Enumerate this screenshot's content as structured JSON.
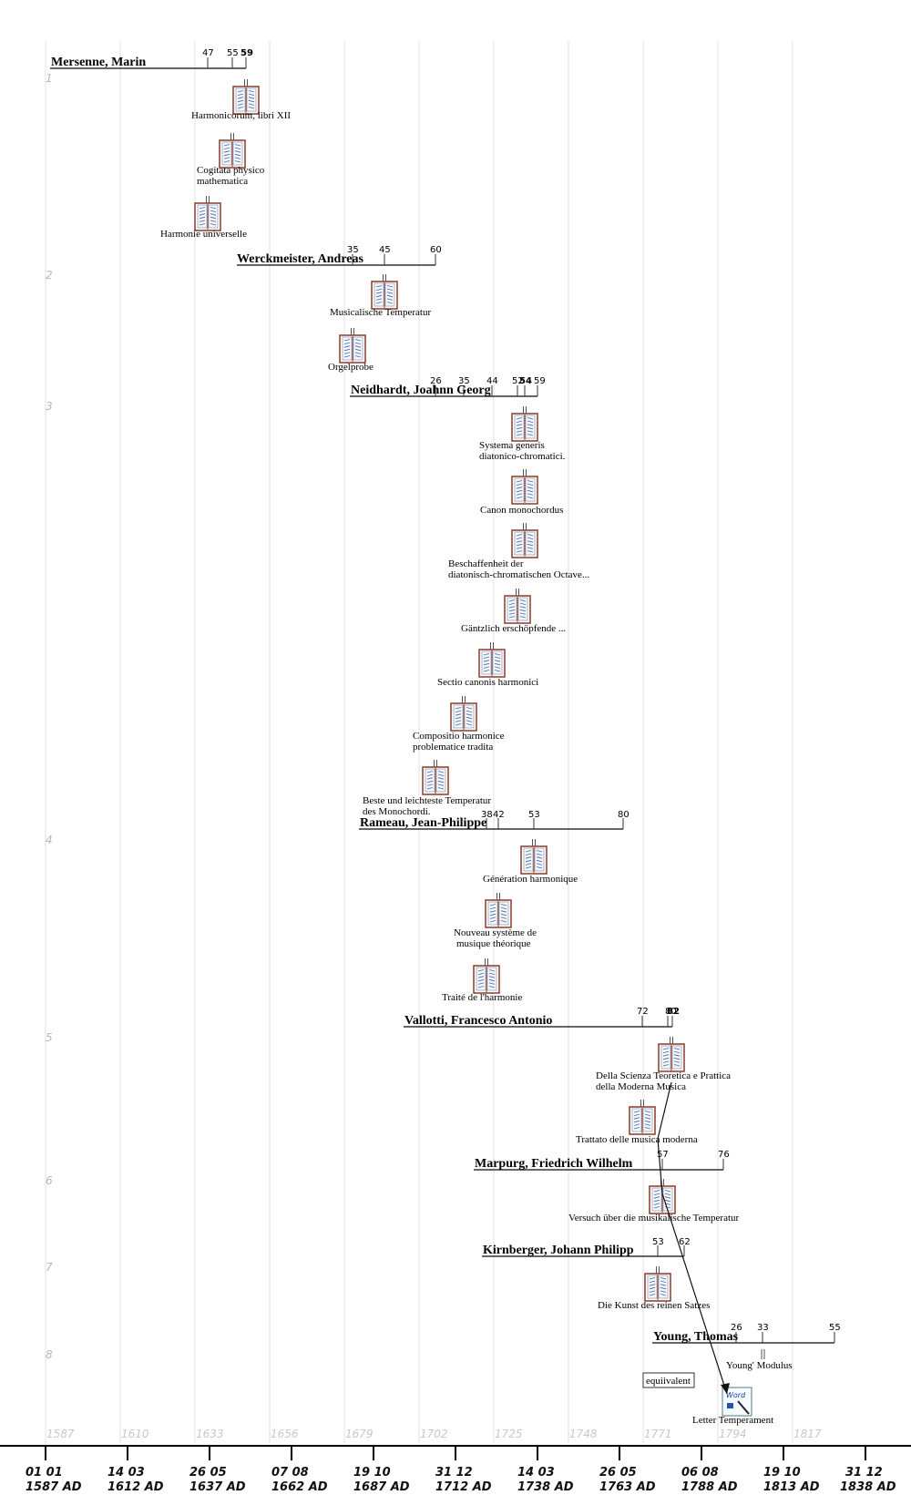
{
  "axis": {
    "grid_labels": [
      "1587",
      "1610",
      "1633",
      "1656",
      "1679",
      "1702",
      "1725",
      "1748",
      "1771",
      "1794",
      "1817"
    ],
    "ticks": [
      {
        "day": "01 01",
        "year": "1587 AD"
      },
      {
        "day": "14 03",
        "year": "1612 AD"
      },
      {
        "day": "26 05",
        "year": "1637 AD"
      },
      {
        "day": "07 08",
        "year": "1662 AD"
      },
      {
        "day": "19 10",
        "year": "1687 AD"
      },
      {
        "day": "31 12",
        "year": "1712 AD"
      },
      {
        "day": "14 03",
        "year": "1738 AD"
      },
      {
        "day": "26 05",
        "year": "1763 AD"
      },
      {
        "day": "06 08",
        "year": "1788 AD"
      },
      {
        "day": "19 10",
        "year": "1813 AD"
      },
      {
        "day": "31 12",
        "year": "1838 AD"
      }
    ]
  },
  "rows": [
    {
      "num": "1",
      "name": "Mersenne, Marin",
      "ticks": [
        {
          "label": "47"
        },
        {
          "label": "55"
        },
        {
          "label": "59",
          "bold": true
        }
      ],
      "works": [
        {
          "lines": [
            "Harmonicorum, libri XII"
          ]
        },
        {
          "lines": [
            "Cogitata physico",
            "mathematica"
          ]
        },
        {
          "lines": [
            "Harmonie universelle"
          ]
        }
      ]
    },
    {
      "num": "2",
      "name": "Werckmeister, Andreas",
      "ticks": [
        {
          "label": "35"
        },
        {
          "label": "45"
        },
        {
          "label": "60"
        }
      ],
      "works": [
        {
          "lines": [
            "Musicalische Temperatur"
          ]
        },
        {
          "lines": [
            "Orgelprobe"
          ]
        }
      ]
    },
    {
      "num": "3",
      "name": "Neidhardt, Joahnn Georg",
      "ticks": [
        {
          "label": "26"
        },
        {
          "label": "35"
        },
        {
          "label": "44"
        },
        {
          "label": "52"
        },
        {
          "label": "54",
          "bold": true
        },
        {
          "label": "59"
        }
      ],
      "works": [
        {
          "lines": [
            "Systema generis",
            "diatonico-chromatici."
          ]
        },
        {
          "lines": [
            "Canon monochordus"
          ]
        },
        {
          "lines": [
            "Beschaffenheit der",
            "diatonisch-chromatischen Octave..."
          ]
        },
        {
          "lines": [
            "Gäntzlich erschöpfende ..."
          ]
        },
        {
          "lines": [
            "Sectio canonis harmonici"
          ]
        },
        {
          "lines": [
            "Compositio harmonice",
            "problematice tradita"
          ]
        },
        {
          "lines": [
            "Beste und leichteste Temperatur",
            "des Monochordi."
          ]
        }
      ]
    },
    {
      "num": "4",
      "name": "Rameau, Jean-Philippe",
      "ticks": [
        {
          "label": "38"
        },
        {
          "label": "42"
        },
        {
          "label": "53"
        },
        {
          "label": "80"
        }
      ],
      "works": [
        {
          "lines": [
            "Génération harmonique"
          ]
        },
        {
          "lines": [
            "Nouveau système de",
            "musique théorique"
          ]
        },
        {
          "lines": [
            "Traité de l'harmonie"
          ]
        }
      ]
    },
    {
      "num": "5",
      "name": "Vallotti, Francesco Antonio",
      "ticks": [
        {
          "label": "72"
        },
        {
          "label": "80"
        },
        {
          "label": "82",
          "bold": true
        }
      ],
      "works": [
        {
          "lines": [
            "Della Scienza Teoretica e Prattica",
            "della Moderna Musica"
          ]
        },
        {
          "lines": [
            "Trattato delle musica moderna"
          ]
        }
      ]
    },
    {
      "num": "6",
      "name": "Marpurg, Friedrich Wilhelm",
      "ticks": [
        {
          "label": "57"
        },
        {
          "label": "76"
        }
      ],
      "works": [
        {
          "lines": [
            "Versuch über die musikalische Temperatur"
          ]
        }
      ]
    },
    {
      "num": "7",
      "name": "Kirnberger, Johann Philipp",
      "ticks": [
        {
          "label": "53"
        },
        {
          "label": "62"
        }
      ],
      "works": [
        {
          "lines": [
            "Die Kunst des reinen Satzes"
          ]
        }
      ]
    },
    {
      "num": "8",
      "name": "Young, Thomas",
      "ticks": [
        {
          "label": "26"
        },
        {
          "label": "33"
        },
        {
          "label": "55"
        }
      ],
      "works": [
        {
          "lines": [
            "Young' Modulus"
          ]
        },
        {
          "lines": [
            "Letter Temperament"
          ],
          "doc": "word"
        }
      ]
    }
  ],
  "relation": {
    "label": "equiivalent"
  },
  "doc_icon_label": "Word",
  "colors": {
    "grid": "#e0e0e0",
    "book_border": "#8b3a2a",
    "book_page": "#f4f7fb",
    "book_line": "#4466aa"
  }
}
